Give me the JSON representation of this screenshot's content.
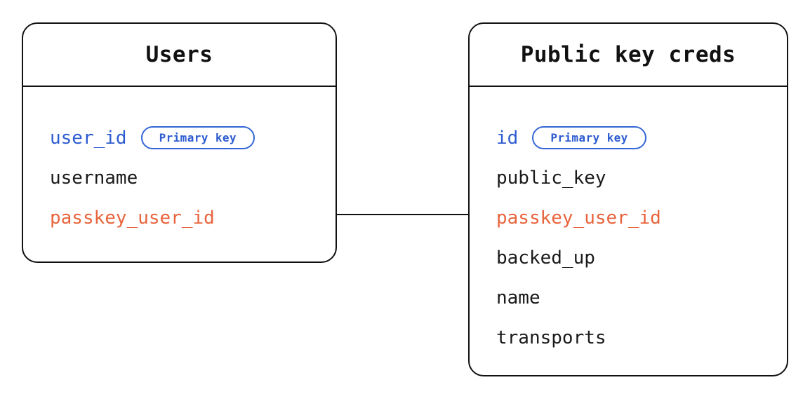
{
  "diagram": {
    "type": "entity-relationship",
    "entities": [
      {
        "id": "users",
        "title": "Users",
        "fields": [
          {
            "name": "user_id",
            "role": "pk",
            "badge": "Primary key"
          },
          {
            "name": "username",
            "role": "plain",
            "badge": null
          },
          {
            "name": "passkey_user_id",
            "role": "fk",
            "badge": null
          }
        ]
      },
      {
        "id": "public_key_creds",
        "title": "Public key creds",
        "fields": [
          {
            "name": "id",
            "role": "pk",
            "badge": "Primary key"
          },
          {
            "name": "public_key",
            "role": "plain",
            "badge": null
          },
          {
            "name": "passkey_user_id",
            "role": "fk",
            "badge": null
          },
          {
            "name": "backed_up",
            "role": "plain",
            "badge": null
          },
          {
            "name": "name",
            "role": "plain",
            "badge": null
          },
          {
            "name": "transports",
            "role": "plain",
            "badge": null
          }
        ]
      }
    ],
    "relationships": [
      {
        "from_entity": "users",
        "from_field": "passkey_user_id",
        "to_entity": "public_key_creds",
        "to_field": "passkey_user_id"
      }
    ]
  },
  "colors": {
    "background": "#ffffff",
    "border": "#111111",
    "text": "#1a1a1a",
    "primary_key": "#2d5bd0",
    "foreign_key": "#e8643c",
    "badge_border": "#3366d6"
  }
}
